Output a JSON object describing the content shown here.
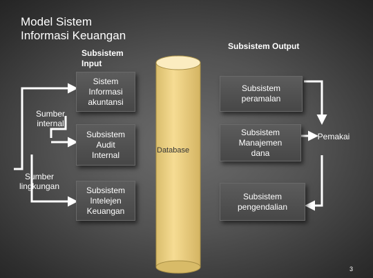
{
  "slide": {
    "title": "Model Sistem\nInformasi Keuangan",
    "page_number": "3"
  },
  "headings": {
    "input": "Subsistem\nInput",
    "output": "Subsistem Output"
  },
  "sources": {
    "internal": "Sumber\ninternal",
    "environment": "Sumber\nlingkungan"
  },
  "input_boxes": [
    "Sistem\nInformasi\nakuntansi",
    "Subsistem\nAudit\nInternal",
    "Subsistem\nIntelejen\nKeuangan"
  ],
  "database": {
    "label": "Database"
  },
  "output_boxes": [
    "Subsistem\nperamalan",
    "Subsistem\nManajemen\ndana",
    "Subsistem\npengendalian"
  ],
  "user": {
    "label": "Pemakai"
  },
  "colors": {
    "cylinder": "#f3d98e",
    "cylinder_top": "#fbecc0",
    "box_fill": "#525252",
    "arrow": "#ffffff",
    "text": "#ffffff"
  }
}
